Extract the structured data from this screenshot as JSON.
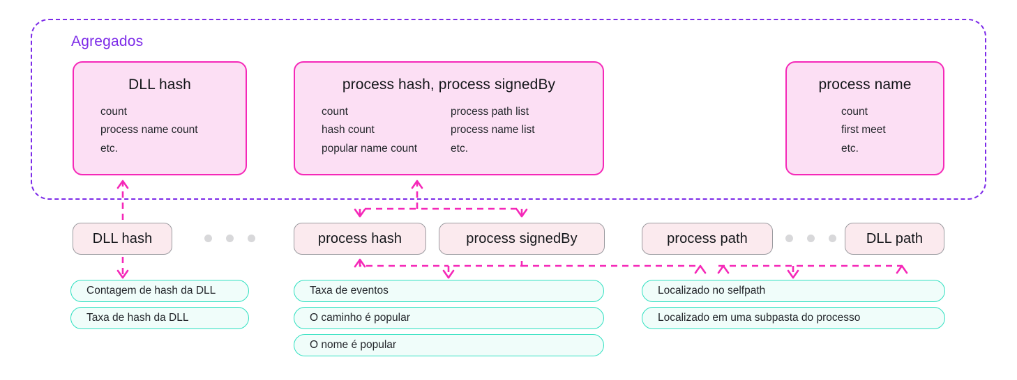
{
  "aggregates": {
    "title": "Agregados",
    "cards": [
      {
        "name": "dll-hash",
        "title": "DLL hash",
        "columns": [
          [
            "count",
            "process name count",
            "etc."
          ]
        ]
      },
      {
        "name": "process-hash-signedby",
        "title": "process hash, process signedBy",
        "columns": [
          [
            "count",
            "hash count",
            "popular name count"
          ],
          [
            "process path list",
            "process name list",
            "etc."
          ]
        ]
      },
      {
        "name": "process-name",
        "title": "process name",
        "columns": [
          [
            "count",
            "first meet",
            "etc."
          ]
        ]
      }
    ]
  },
  "fields": [
    {
      "name": "dll-hash",
      "label": "DLL hash"
    },
    {
      "name": "process-hash",
      "label": "process hash"
    },
    {
      "name": "process-signedby",
      "label": "process signedBy"
    },
    {
      "name": "process-path",
      "label": "process path"
    },
    {
      "name": "dll-path",
      "label": "DLL path"
    }
  ],
  "features": [
    {
      "name": "contagem-hash-dll",
      "label": "Contagem de hash da DLL"
    },
    {
      "name": "taxa-hash-dll",
      "label": "Taxa de hash da DLL"
    },
    {
      "name": "taxa-eventos",
      "label": "Taxa de eventos"
    },
    {
      "name": "caminho-popular",
      "label": "O caminho é popular"
    },
    {
      "name": "nome-popular",
      "label": "O nome é popular"
    },
    {
      "name": "localizado-selfpath",
      "label": "Localizado no selfpath"
    },
    {
      "name": "localizado-subpasta",
      "label": "Localizado em uma subpasta do processo"
    }
  ],
  "colors": {
    "aggregate_border": "#7c2ae8",
    "card_border": "#f528b8",
    "card_fill": "#fcdff4",
    "field_fill": "#fbeaee",
    "field_border": "#9a9a9f",
    "feature_border": "#2ee0c0",
    "feature_fill": "#f0fdfa",
    "connector": "#f528b8",
    "dot": "#d8d8da",
    "text": "#14161a",
    "background": "#ffffff"
  }
}
